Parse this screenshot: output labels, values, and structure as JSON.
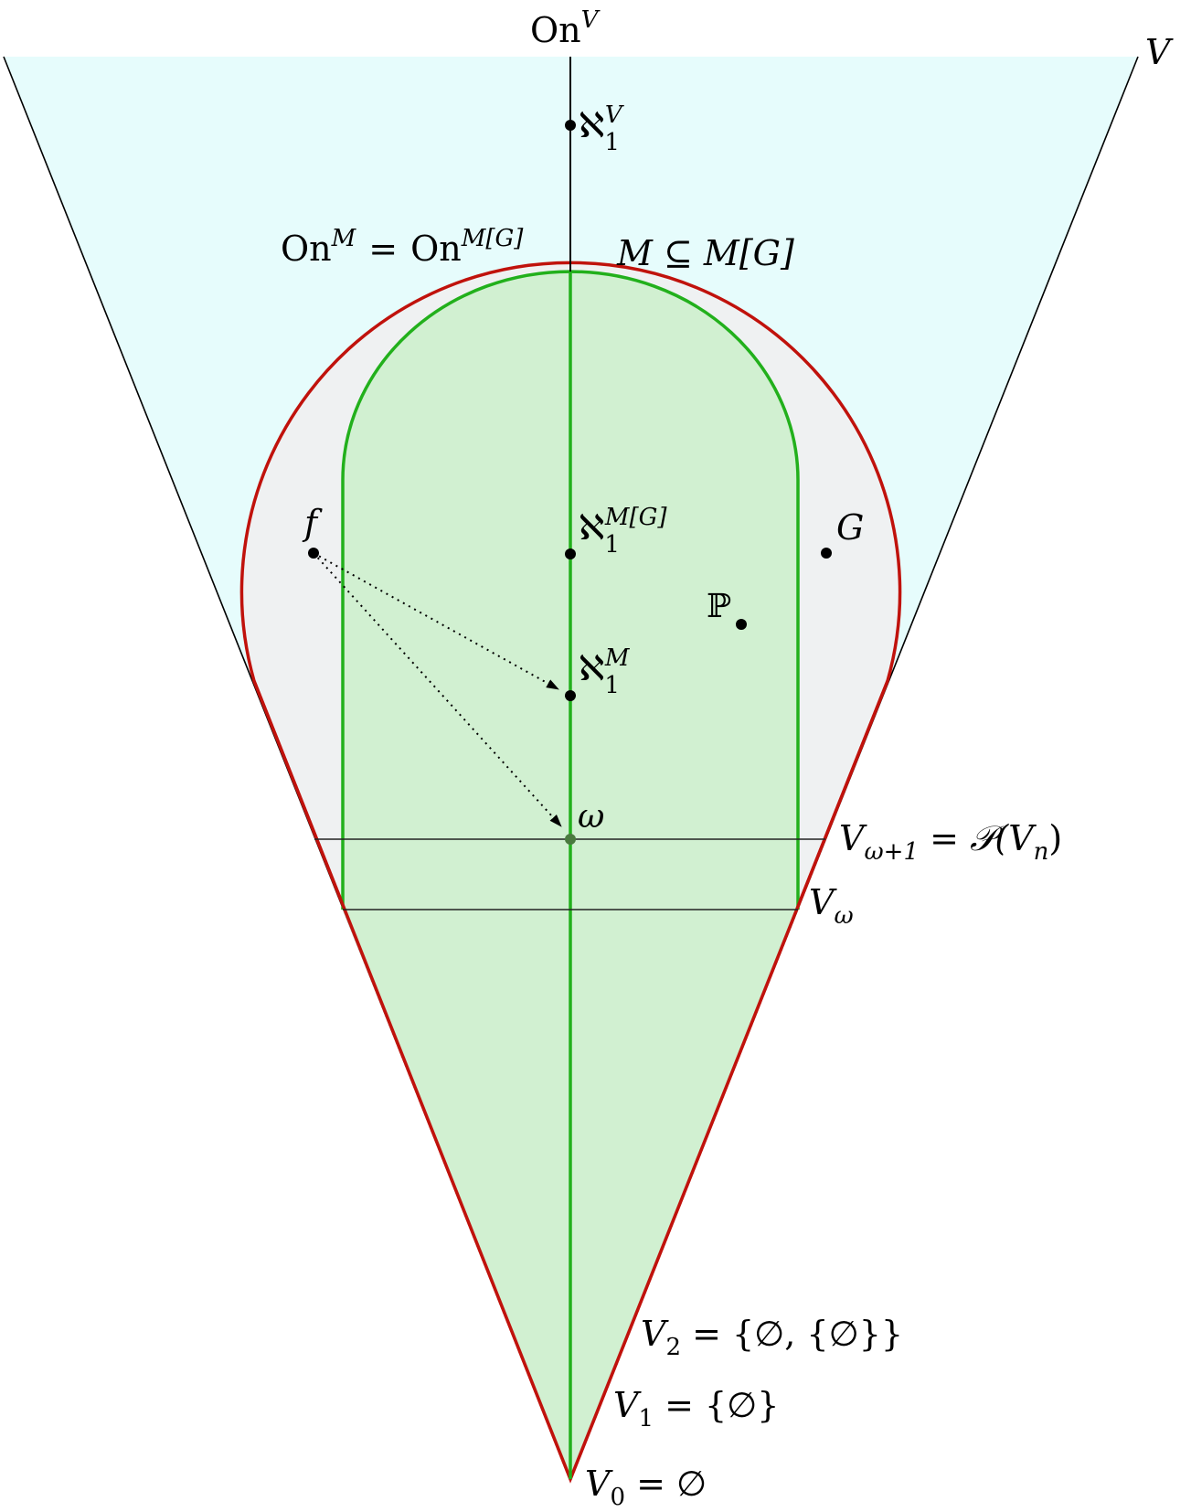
{
  "labels": {
    "on_v": {
      "base": "On",
      "sup": "V"
    },
    "v": "V",
    "aleph1_v": {
      "base": "ℵ",
      "sub": "1",
      "sup": "V"
    },
    "on_m": {
      "base": "On",
      "sup": "M"
    },
    "eq": "=",
    "on_mg": {
      "base": "On",
      "sup": "M[G]"
    },
    "m_sub_mg": "M ⊆ M[G]",
    "f": "f",
    "aleph1_mg": {
      "base": "ℵ",
      "sub": "1",
      "sup": "M[G]"
    },
    "g": "G",
    "p": "ℙ",
    "aleph1_m": {
      "base": "ℵ",
      "sub": "1",
      "sup": "M"
    },
    "omega": "ω",
    "v_omega_plus_1": {
      "base": "V",
      "sub": "ω+1",
      "rest": " = 𝒫(V",
      "sub2": "n",
      "end": ")"
    },
    "v_omega": {
      "base": "V",
      "sub": "ω"
    },
    "v2": {
      "base": "V",
      "sub": "2",
      "rest": " = {∅, {∅}}"
    },
    "v1": {
      "base": "V",
      "sub": "1",
      "rest": " = {∅}"
    },
    "v0": {
      "base": "V",
      "sub": "0",
      "rest": " = ∅"
    }
  },
  "colors": {
    "v_region": "#e6fcfc",
    "m_g_region": "#eff1f2",
    "m_region": "#d1f0d1",
    "m_g_outline": "#c0120c",
    "m_outline": "#22b01c",
    "line": "#000000"
  }
}
